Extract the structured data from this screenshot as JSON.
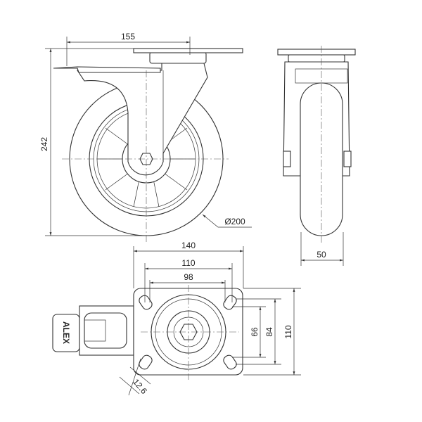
{
  "drawing": {
    "front_view": {
      "width_dim": "155",
      "height_dim": "242",
      "wheel_diameter": "Ø200"
    },
    "side_view": {
      "wheel_width_dim": "50"
    },
    "bottom_view": {
      "plate_width_dim": "140",
      "hole_spacing_outer_dim": "110",
      "hole_spacing_inner_dim": "98",
      "vertical_inner_dim": "66",
      "vertical_middle_dim": "84",
      "plate_height_dim": "110",
      "slot_width_dim": "12.6",
      "brand_label": "ALEX"
    }
  }
}
